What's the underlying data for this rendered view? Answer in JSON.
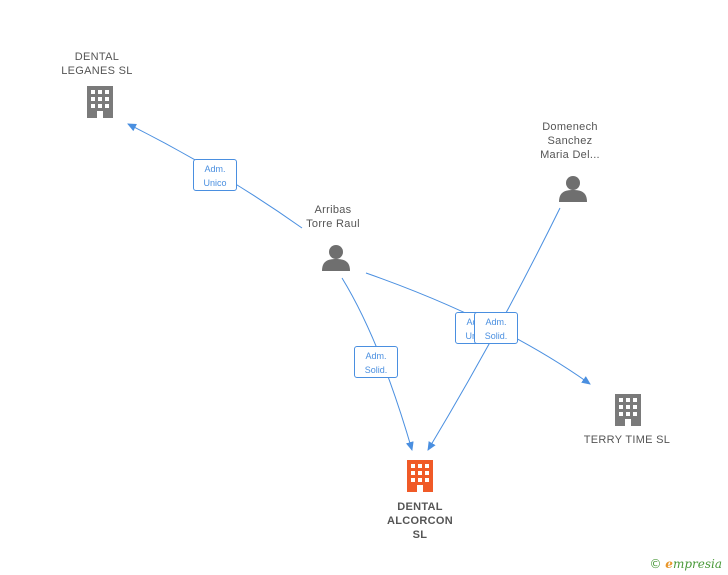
{
  "colors": {
    "edge": "#4a8fe0",
    "company": "#7a7a7a",
    "main_company": "#f05a28",
    "person": "#6f6f6f"
  },
  "nodes": {
    "dental_leganes": {
      "label": [
        "DENTAL",
        "LEGANES SL"
      ],
      "type": "company"
    },
    "arribas": {
      "label": [
        "Arribas",
        "Torre Raul"
      ],
      "type": "person"
    },
    "domenech": {
      "label": [
        "Domenech",
        "Sanchez",
        "Maria Del..."
      ],
      "type": "person"
    },
    "terry_time": {
      "label": [
        "TERRY TIME SL"
      ],
      "type": "company"
    },
    "dental_alcorcon": {
      "label": [
        "DENTAL",
        "ALCORCON",
        "SL"
      ],
      "type": "main_company"
    }
  },
  "edges": {
    "e1": {
      "line1": "Adm.",
      "line2": "Unico"
    },
    "e2": {
      "line1": "Adm.",
      "line2": "Solid."
    },
    "e3": {
      "line1": "Adm.",
      "line2": "Unico"
    },
    "e4": {
      "line1": "Adm.",
      "line2": "Solid."
    }
  },
  "watermark": {
    "copyright": "©",
    "brand_initial": "e",
    "brand_rest": "mpresia"
  }
}
